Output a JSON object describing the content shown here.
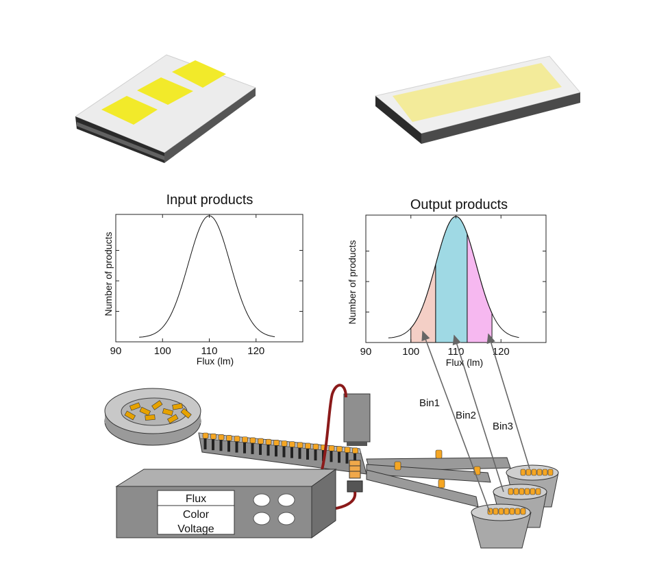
{
  "chart_data": [
    {
      "type": "area",
      "title": "Input products",
      "xlabel": "Flux (lm)",
      "ylabel": "Number of products",
      "xlim": [
        90,
        130
      ],
      "xticks": [
        "90",
        "100",
        "110",
        "120"
      ],
      "distribution": {
        "mean": 110,
        "sd": 4.5
      },
      "curve_x_range": [
        95,
        124
      ],
      "grid": false
    },
    {
      "type": "area",
      "title": "Output products",
      "xlabel": "Flux (lm)",
      "ylabel": "Number of products",
      "xlim": [
        90,
        130
      ],
      "xticks": [
        "90",
        "100",
        "110",
        "120"
      ],
      "distribution": {
        "mean": 110,
        "sd": 4.5
      },
      "curve_x_range": [
        95,
        124
      ],
      "grid": false,
      "bins": [
        {
          "name": "Bin1",
          "from": 100,
          "to": 105.5,
          "color": "#f4cfc6"
        },
        {
          "name": "Bin2",
          "from": 105.5,
          "to": 112.5,
          "color": "#9fd9e4"
        },
        {
          "name": "Bin3",
          "from": 112.5,
          "to": 118,
          "color": "#f6b8f0"
        }
      ]
    }
  ],
  "machine": {
    "panel_lines": [
      "Flux",
      "Color",
      "Voltage"
    ],
    "bin_labels": [
      "Bin1",
      "Bin2",
      "Bin3"
    ]
  },
  "colors": {
    "led_yellow": "#f2ea2a",
    "led_pale_yellow": "#f3eb9a",
    "cable": "#8b1a1a",
    "machine_gray": "#8c8c8c",
    "led_orange": "#f5a623"
  }
}
